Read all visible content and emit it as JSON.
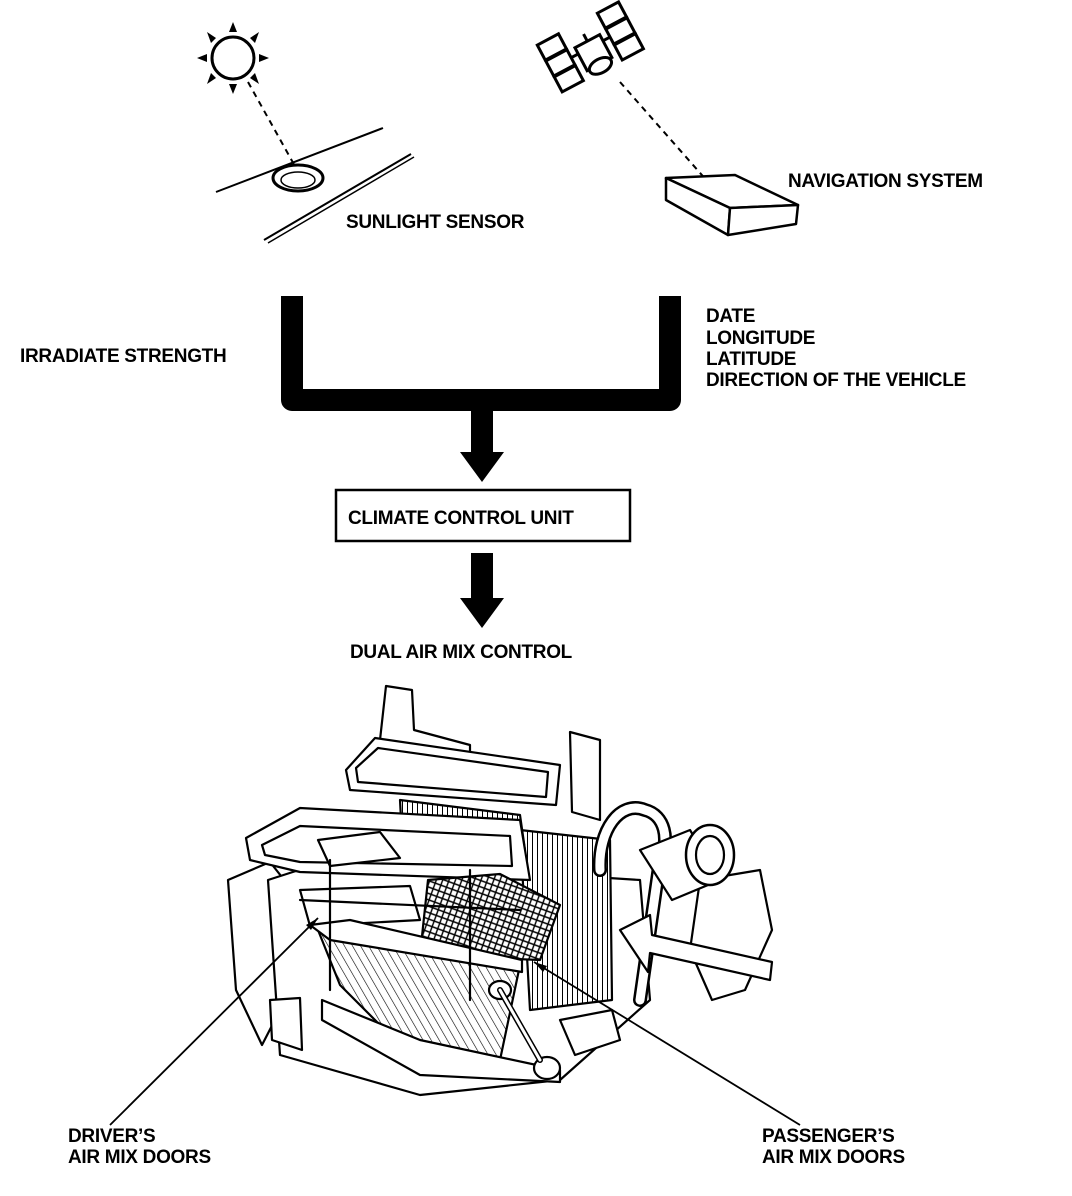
{
  "labels": {
    "sunlight_sensor": "SUNLIGHT SENSOR",
    "navigation_system": "NAVIGATION SYSTEM",
    "irradiate_strength": "IRRADIATE STRENGTH",
    "nav_outputs": [
      "DATE",
      "LONGITUDE",
      "LATITUDE",
      "DIRECTION OF THE VEHICLE"
    ],
    "climate_control_unit": "CLIMATE CONTROL UNIT",
    "dual_air_mix_control": "DUAL AIR MIX CONTROL",
    "drivers_doors": [
      "DRIVER’S",
      "AIR MIX DOORS"
    ],
    "passengers_doors": [
      "PASSENGER’S",
      "AIR MIX DOORS"
    ]
  },
  "colors": {
    "ink": "#000000",
    "paper": "#ffffff",
    "shade": "#9a9a9a"
  },
  "icons": [
    "sun-icon",
    "satellite-icon",
    "sunlight-sensor-icon",
    "navigation-unit-icon",
    "hvac-unit-icon"
  ]
}
